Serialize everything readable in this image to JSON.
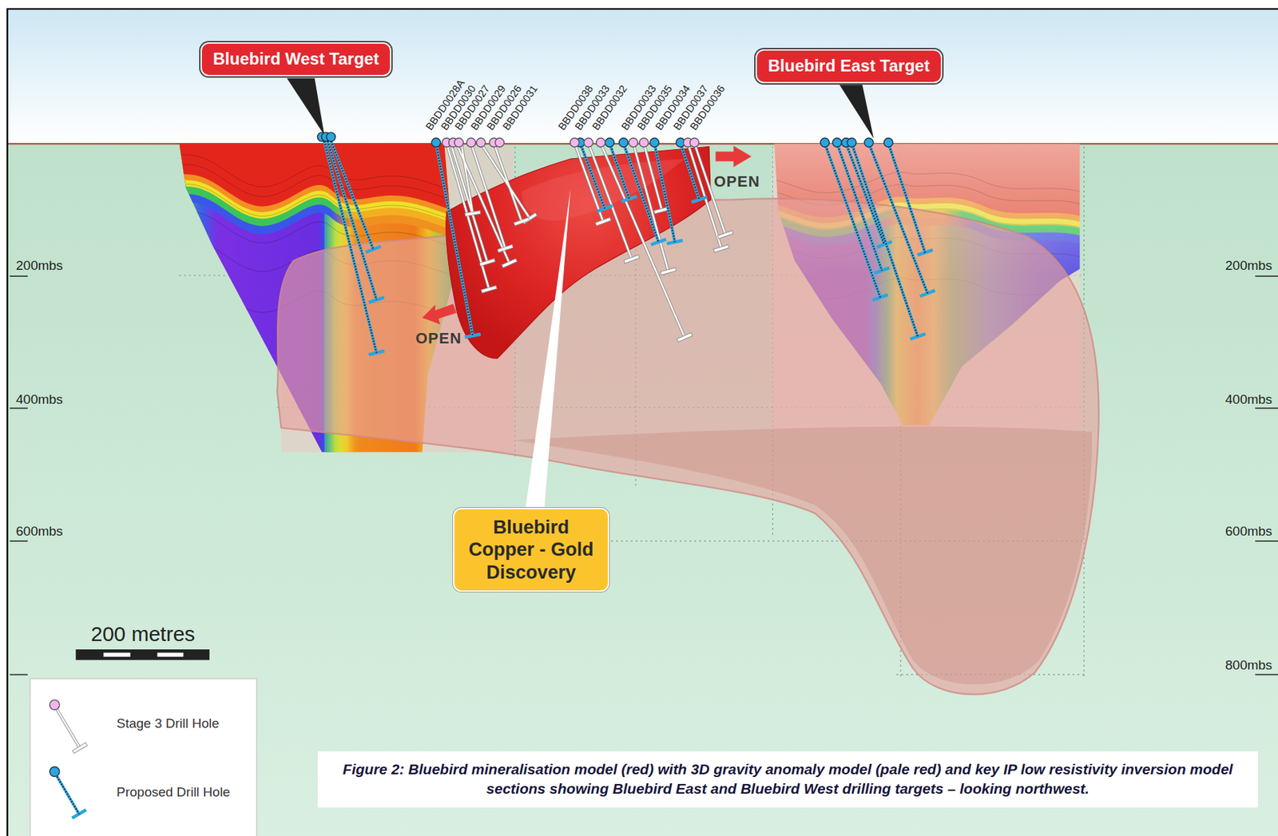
{
  "diagram": {
    "caption": "Figure 2: Bluebird mineralisation model (red) with 3D gravity anomaly model (pale red) and key IP low resistivity inversion model sections showing Bluebird East and Bluebird West drilling targets – looking northwest.",
    "nodes": [
      {
        "text": [
          "Bluebird West Target"
        ]
      },
      {
        "text": [
          "Bluebird East Target"
        ]
      },
      {
        "text": [
          "Bluebird Copper - Gold Discovery"
        ]
      }
    ],
    "labels": [
      "BBDD0028A",
      "BBDD0030",
      "BBDD0027",
      "BBDD0029",
      "BBDD0026",
      "BBDD0031",
      "BBDD0038",
      "BBDD0033",
      "BBDD0032",
      "BBDD0033",
      "BBDD0035",
      "BBDD0034",
      "BBDD0037",
      "BBDD0036",
      "OPEN",
      "OPEN",
      "200mbs",
      "400mbs",
      "600mbs",
      "200mbs",
      "400mbs",
      "600mbs",
      "800mbs",
      "200 metres"
    ],
    "legend": [
      {
        "text": "Stage 3 Drill Hole"
      },
      {
        "text": "Proposed Drill Hole"
      }
    ]
  }
}
